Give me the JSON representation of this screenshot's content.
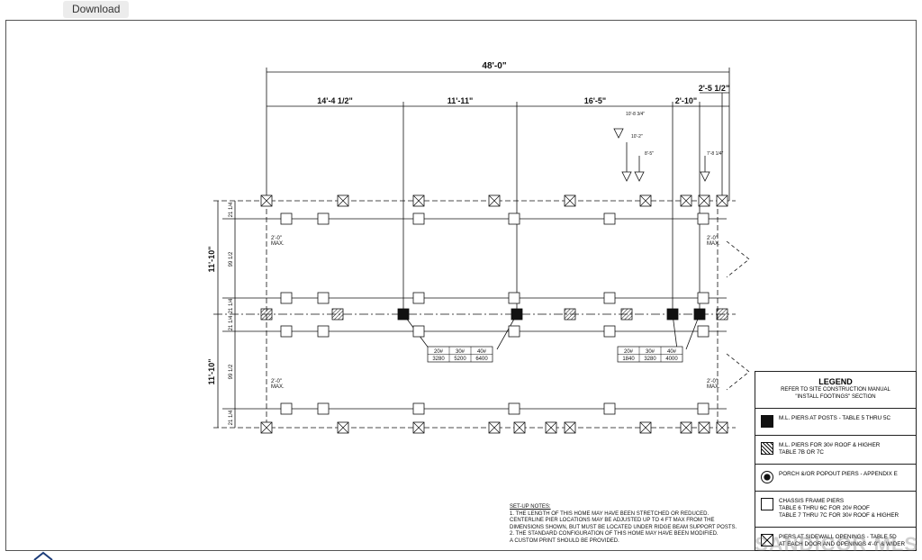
{
  "toolbar": {
    "download_label": "Download"
  },
  "plan": {
    "overall_length": "48'-0\"",
    "segments": [
      "14'-4 1/2\"",
      "11'-11\"",
      "16'-5\"",
      "2'-10\"",
      "2'-5 1/2\""
    ],
    "side_dims": [
      "11'-10\"",
      "11'-10\""
    ],
    "row_dims": [
      "21 1/4",
      "99 1/2",
      "21 1/4",
      "21 1/4",
      "99 1/2",
      "21 1/4"
    ],
    "max_labels": [
      "2'-0\"\nMAX.",
      "2'-0\"\nMAX.",
      "2'-0\"\nMAX.",
      "2'-0\"\nMAX."
    ],
    "elev_labels": [
      "10'-8 3/4\"",
      "10'-2\"",
      "8'-5\"",
      "7'-8 1/4\""
    ],
    "table_left": {
      "header": [
        "20#",
        "30#",
        "40#"
      ],
      "values": [
        "3280",
        "5200",
        "6400"
      ]
    },
    "table_right": {
      "header": [
        "20#",
        "30#",
        "40#"
      ],
      "values": [
        "1840",
        "3280",
        "4000"
      ]
    }
  },
  "legend": {
    "title": "LEGEND",
    "subtitle1": "REFER TO SITE CONSTRUCTION MANUAL",
    "subtitle2": "\"INSTALL FOOTINGS\" SECTION",
    "items": [
      {
        "label": "M.L. PIERS AT POSTS - TABLE 5 THRU 5C",
        "icon": "solid-square-icon"
      },
      {
        "label": "M.L. PIERS FOR 30# ROOF & HIGHER",
        "label2": "TABLE 7B OR 7C",
        "icon": "hatched-square-icon"
      },
      {
        "label": "PORCH &/OR POPOUT PIERS - APPENDIX E",
        "icon": "circle-pier-icon"
      },
      {
        "label": "CHASSIS FRAME PIERS",
        "label2": "TABLE 6 THRU 6C FOR 20# ROOF",
        "label3": "TABLE 7 THRU 7C FOR 30# ROOF & HIGHER",
        "icon": "open-square-icon"
      },
      {
        "label": "PIERS AT SIDEWALL OPENINGS - TABLE 5D",
        "label2": "AT EACH DOOR AND OPENINGS 4'-0\" & WIDER",
        "icon": "x-square-icon"
      }
    ]
  },
  "notes": {
    "heading": "SET-UP NOTES:",
    "n1a": "1. THE LENGTH OF THIS HOME MAY HAVE BEEN STRETCHED OR REDUCED.",
    "n1b": "CENTERLINE PIER LOCATIONS MAY BE ADJUSTED UP TO 4 FT MAX FROM THE",
    "n1c": "DIMENSIONS SHOWN, BUT MUST BE LOCATED UNDER RIDGE BEAM SUPPORT POSTS.",
    "n2a": "2. THE STANDARD CONFIGURATION OF THIS HOME MAY HAVE BEEN MODIFIED.",
    "n2b": "A CUSTOM PRINT SHOULD BE PROVIDED."
  },
  "watermark": "SANDICOR MLS"
}
